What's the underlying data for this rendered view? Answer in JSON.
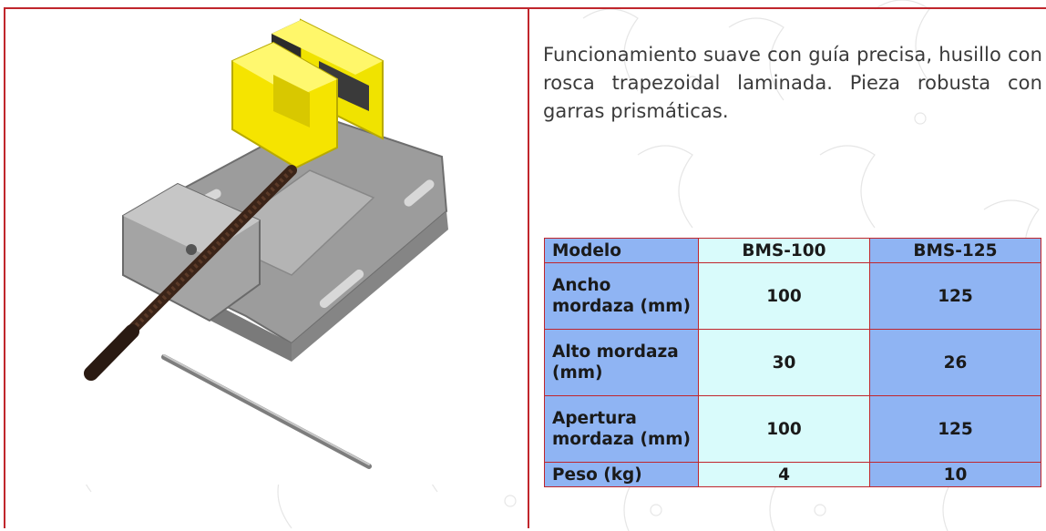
{
  "description": "Funcionamiento suave con guía precisa, husillo con rosca trapezoidal laminada. Pieza robusta con garras prismáticas.",
  "product_image": {
    "name": "drill-press-vise",
    "accent": "#f5e400",
    "frame_color": "#c0262c"
  },
  "spec_table": {
    "headers": [
      "Modelo",
      "BMS-100",
      "BMS-125"
    ],
    "rows": [
      {
        "label": "Ancho mordaza (mm)",
        "bms100": "100",
        "bms125": "125"
      },
      {
        "label": "Alto mordaza (mm)",
        "bms100": "30",
        "bms125": "26"
      },
      {
        "label": "Apertura mordaza (mm)",
        "bms100": "100",
        "bms125": "125"
      },
      {
        "label": "Peso (kg)",
        "bms100": "4",
        "bms125": "10"
      }
    ]
  },
  "colors": {
    "header_blue": "#8fb4f3",
    "cell_cyan": "#d9fbfb",
    "border_red": "#c0262c"
  }
}
